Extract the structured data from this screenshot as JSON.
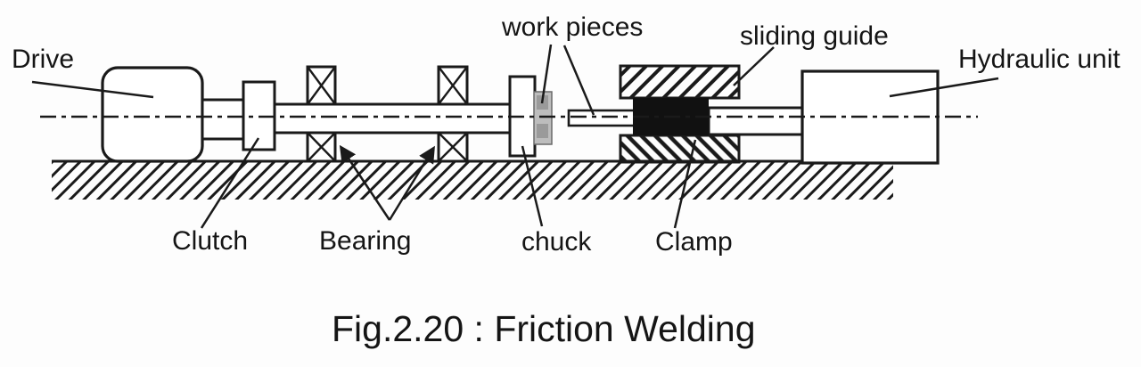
{
  "figure": {
    "caption": "Fig.2.20 : Friction Welding",
    "labels": {
      "drive": "Drive",
      "work_pieces": "work pieces",
      "sliding_guide": "sliding guide",
      "hydraulic_unit": "Hydraulic unit",
      "clutch": "Clutch",
      "bearing": "Bearing",
      "chuck": "chuck",
      "clamp": "Clamp"
    },
    "colors": {
      "line": "#1a1a1a",
      "background": "#fdfdfd",
      "clamp_fill": "#111111",
      "workpiece_fill": "#bdbdbd"
    }
  }
}
